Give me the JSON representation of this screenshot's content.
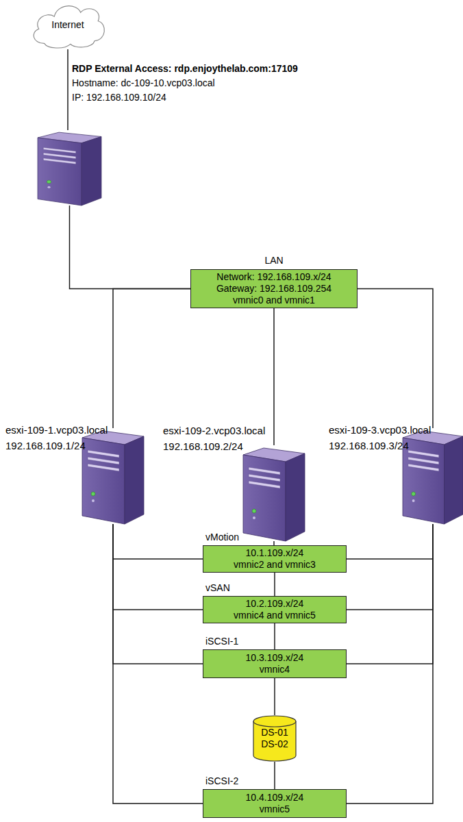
{
  "diagram": {
    "nodes": [
      {
        "text": [
          "Internet"
        ]
      },
      {
        "text": [
          "RDP External Access: rdp.enjoythelab.com:17109",
          "Hostname: dc-109-10.vcp03.local",
          "IP: 192.168.109.10/24"
        ]
      },
      {
        "text": [
          "LAN",
          "Network: 192.168.109.x/24",
          "Gateway: 192.168.109.254",
          "vmnic0 and vmnic1"
        ]
      },
      {
        "text": [
          "esxi-109-1.vcp03.local",
          "192.168.109.1/24"
        ]
      },
      {
        "text": [
          "esxi-109-2.vcp03.local",
          "192.168.109.2/24"
        ]
      },
      {
        "text": [
          "esxi-109-3.vcp03.local",
          "192.168.109.3/24"
        ]
      },
      {
        "text": [
          "vMotion",
          "10.1.109.x/24",
          "vmnic2 and vmnic3"
        ]
      },
      {
        "text": [
          "vSAN",
          "10.2.109.x/24",
          "vmnic4 and vmnic5"
        ]
      },
      {
        "text": [
          "iSCSI-1",
          "10.3.109.x/24",
          "vmnic4"
        ]
      },
      {
        "text": [
          "DS-01",
          "DS-02"
        ]
      },
      {
        "text": [
          "iSCSI-2",
          "10.4.109.x/24",
          "vmnic5"
        ]
      }
    ],
    "edges": [
      {
        "from": 0,
        "to": 1,
        "arrow": "none"
      },
      {
        "from": 1,
        "to": 2,
        "arrow": "none"
      },
      {
        "from": 2,
        "to": 3,
        "arrow": "none"
      },
      {
        "from": 2,
        "to": 4,
        "arrow": "none"
      },
      {
        "from": 2,
        "to": 5,
        "arrow": "none"
      },
      {
        "from": 3,
        "to": 6,
        "arrow": "none"
      },
      {
        "from": 3,
        "to": 7,
        "arrow": "none"
      },
      {
        "from": 3,
        "to": 8,
        "arrow": "none"
      },
      {
        "from": 3,
        "to": 10,
        "arrow": "none"
      },
      {
        "from": 4,
        "to": 6,
        "arrow": "none"
      },
      {
        "from": 5,
        "to": 6,
        "arrow": "none"
      },
      {
        "from": 5,
        "to": 7,
        "arrow": "none"
      },
      {
        "from": 5,
        "to": 8,
        "arrow": "none"
      },
      {
        "from": 5,
        "to": 10,
        "arrow": "none"
      },
      {
        "from": 6,
        "to": 7,
        "arrow": "none"
      },
      {
        "from": 7,
        "to": 8,
        "arrow": "none"
      },
      {
        "from": 8,
        "to": 9,
        "arrow": "none"
      },
      {
        "from": 9,
        "to": 10,
        "arrow": "none"
      }
    ]
  }
}
